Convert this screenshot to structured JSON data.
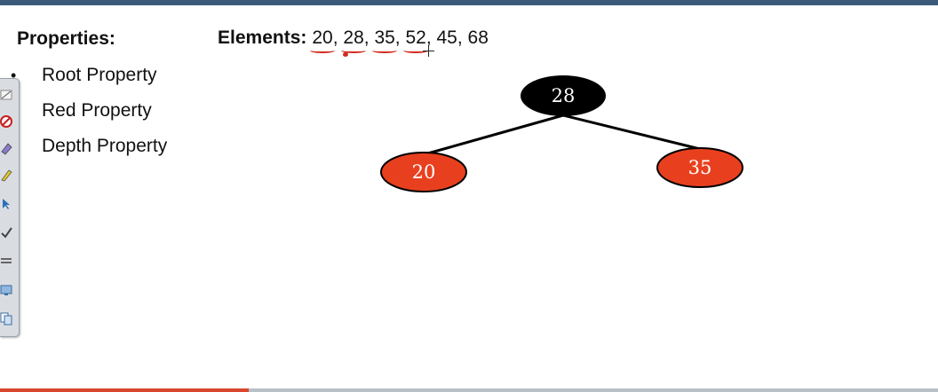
{
  "properties": {
    "title": "Properties:",
    "items": [
      "Root Property",
      "Red Property",
      "Depth Property"
    ]
  },
  "elements": {
    "label": "Elements:",
    "values": [
      "20",
      "28",
      "35",
      "52",
      "45",
      "68"
    ],
    "marked_count": 4
  },
  "tree": {
    "root": {
      "value": "28",
      "color": "black"
    },
    "left": {
      "value": "20",
      "color": "red"
    },
    "right": {
      "value": "35",
      "color": "red"
    }
  },
  "toolbar": {
    "tools": [
      "line-tool-icon",
      "no-entry-icon",
      "eraser-icon",
      "highlighter-icon",
      "pointer-icon",
      "check-icon",
      "lines-icon",
      "screen-icon",
      "copy-icon"
    ]
  },
  "colors": {
    "red_node": "#e8401f",
    "black_node": "#000000",
    "annotation": "#d22b1e"
  }
}
